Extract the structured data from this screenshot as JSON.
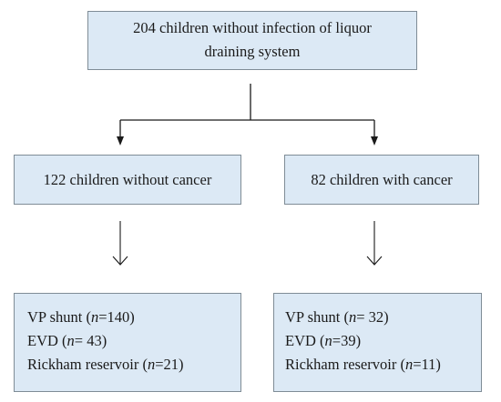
{
  "colors": {
    "box_fill": "#dce9f5",
    "box_border": "#7f8c96",
    "connector": "#1a1a1a"
  },
  "top_box": {
    "line1": "204 children without infection of liquor",
    "line2": "draining system"
  },
  "left_branch": {
    "title": "122 children without cancer",
    "items": [
      {
        "label": "VP shunt (",
        "n_label": "n",
        "value": "=140)"
      },
      {
        "label": "EVD (",
        "n_label": "n",
        "value": "= 43)"
      },
      {
        "label": "Rickham reservoir (",
        "n_label": "n",
        "value": "=21)"
      }
    ]
  },
  "right_branch": {
    "title": "82 children with cancer",
    "items": [
      {
        "label": "VP shunt (",
        "n_label": "n",
        "value": "= 32)"
      },
      {
        "label": "EVD (",
        "n_label": "n",
        "value": "=39)"
      },
      {
        "label": "Rickham reservoir (",
        "n_label": "n",
        "value": "=11)"
      }
    ]
  }
}
